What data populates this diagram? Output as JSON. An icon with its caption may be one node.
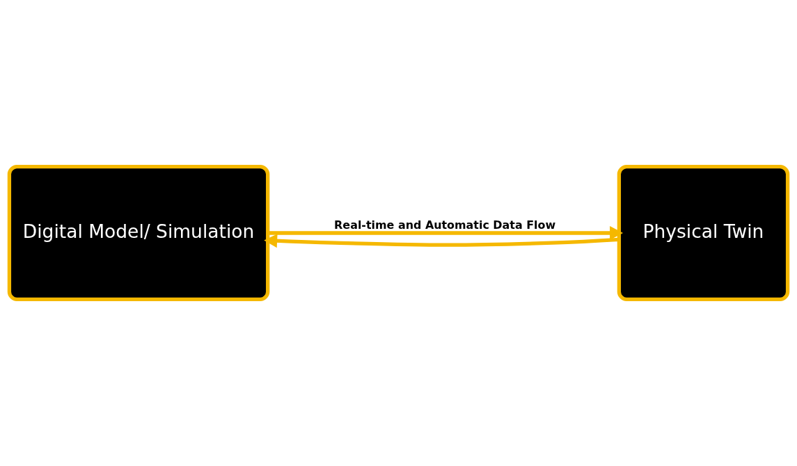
{
  "diagram": {
    "nodes": [
      {
        "text": [
          "Digital Model/ Simulation"
        ]
      },
      {
        "text": [
          "Physical Twin"
        ]
      }
    ],
    "edges": [
      {
        "from": 0,
        "to": 1,
        "arrow": "to",
        "label": "Real-time and Automatic Data Flow"
      },
      {
        "from": 1,
        "to": 0,
        "arrow": "to"
      }
    ]
  }
}
